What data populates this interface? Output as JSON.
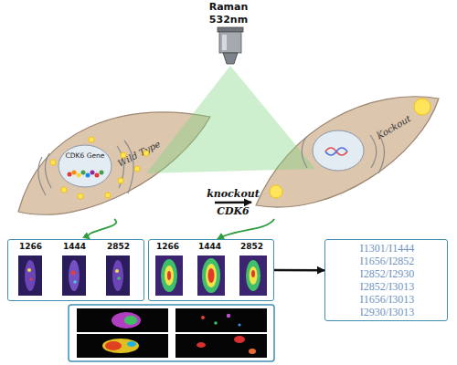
{
  "diagram": {
    "nodes": [
      {
        "text": [
          "Wild Type"
        ]
      },
      {
        "text": [
          "CDK6 Gene"
        ],
        "in": 0
      },
      {
        "text": [
          "Kockout"
        ]
      },
      {
        "text": [
          "1266",
          "1444",
          "2852"
        ]
      },
      {
        "text": [
          "1266",
          "1444",
          "2852"
        ]
      },
      {
        "text": [
          "I1301/I1444",
          "I1656/I2852",
          "I2852/I2930",
          "I2852/I3013",
          "I1656/I3013",
          "I2930/I3013"
        ]
      }
    ],
    "edges": [
      {
        "from": 0,
        "to": 2,
        "arrow": "to",
        "label": "knockout"
      },
      {
        "from": 0,
        "to": 3,
        "arrow": "to"
      },
      {
        "from": 2,
        "to": 4,
        "arrow": "to"
      },
      {
        "from": 4,
        "to": 5,
        "arrow": "to"
      }
    ],
    "labels": [
      "Raman",
      "532nm",
      "CDK6"
    ]
  }
}
